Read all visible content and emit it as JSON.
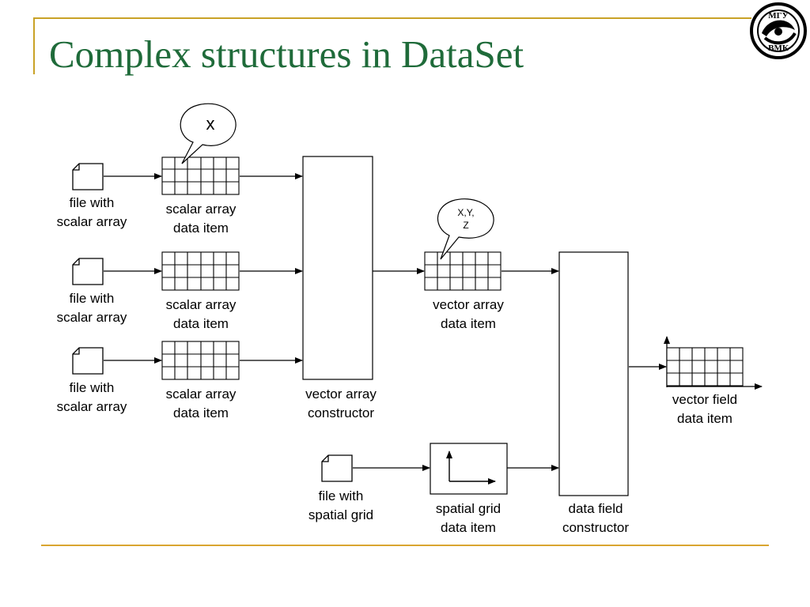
{
  "title": "Complex structures in DataSet",
  "logo": {
    "icon": "msu-cmc-logo-icon",
    "top_text": "МГУ",
    "bottom_text": "ВМК"
  },
  "colors": {
    "title": "#1f6b3a",
    "accent_rule": "#c9a227",
    "footer_rule": "#d9a530",
    "stroke": "#000000"
  },
  "bubbles": {
    "scalar": {
      "text": "x"
    },
    "vector_line1": "X,Y,",
    "vector_line2": "Z"
  },
  "labels": {
    "file_scalar_1": {
      "line1": "file with",
      "line2": "scalar array"
    },
    "file_scalar_2": {
      "line1": "file with",
      "line2": "scalar array"
    },
    "file_scalar_3": {
      "line1": "file with",
      "line2": "scalar array"
    },
    "scalar_item_1": {
      "line1": "scalar array",
      "line2": "data item"
    },
    "scalar_item_2": {
      "line1": "scalar array",
      "line2": "data item"
    },
    "scalar_item_3": {
      "line1": "scalar array",
      "line2": "data item"
    },
    "vector_constructor": {
      "line1": "vector array",
      "line2": "constructor"
    },
    "vector_item": {
      "line1": "vector array",
      "line2": "data item"
    },
    "vector_field_item": {
      "line1": "vector field",
      "line2": "data item"
    },
    "file_grid": {
      "line1": "file with",
      "line2": "spatial grid"
    },
    "grid_item": {
      "line1": "spatial grid",
      "line2": "data item"
    },
    "field_constructor": {
      "line1": "data field",
      "line2": "constructor"
    }
  }
}
